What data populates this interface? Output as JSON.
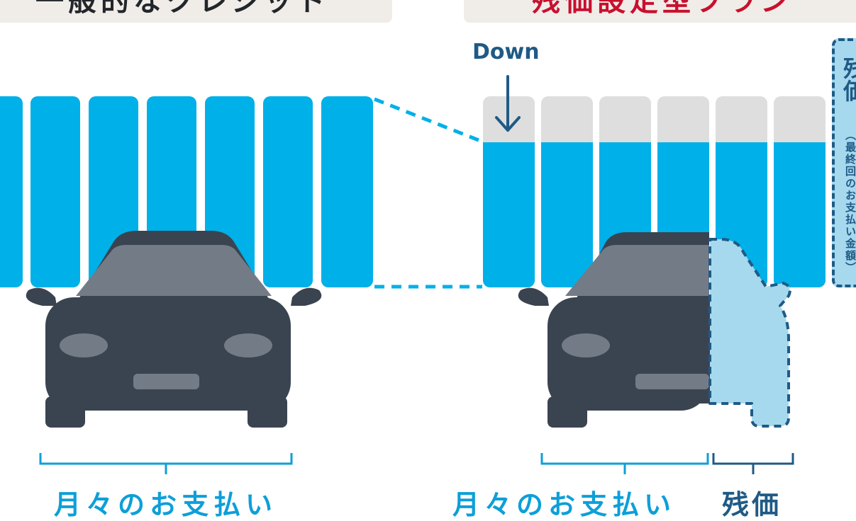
{
  "left_panel": {
    "header_text": "一般的なクレジット",
    "bottom_label": "月々のお支払い"
  },
  "right_panel": {
    "header_text": "残価設定型プラン",
    "down_label": "Down",
    "side_box_title": "残価",
    "side_box_note": "（最終回のお支払い金額）",
    "monthly_label": "月々のお支払い",
    "residual_label": "残価"
  },
  "colors": {
    "payment_blue": "#00b0e8",
    "reduced_gray": "#dedede",
    "car_dark": "#3a4450",
    "car_glass": "#737c86",
    "residual_light": "#a6d9ee",
    "navy": "#1f5a85",
    "accent_red": "#c8102e",
    "header_bg": "#f0ede8"
  },
  "icons": [
    "down-arrow-icon",
    "car-icon",
    "bracket-icon"
  ]
}
